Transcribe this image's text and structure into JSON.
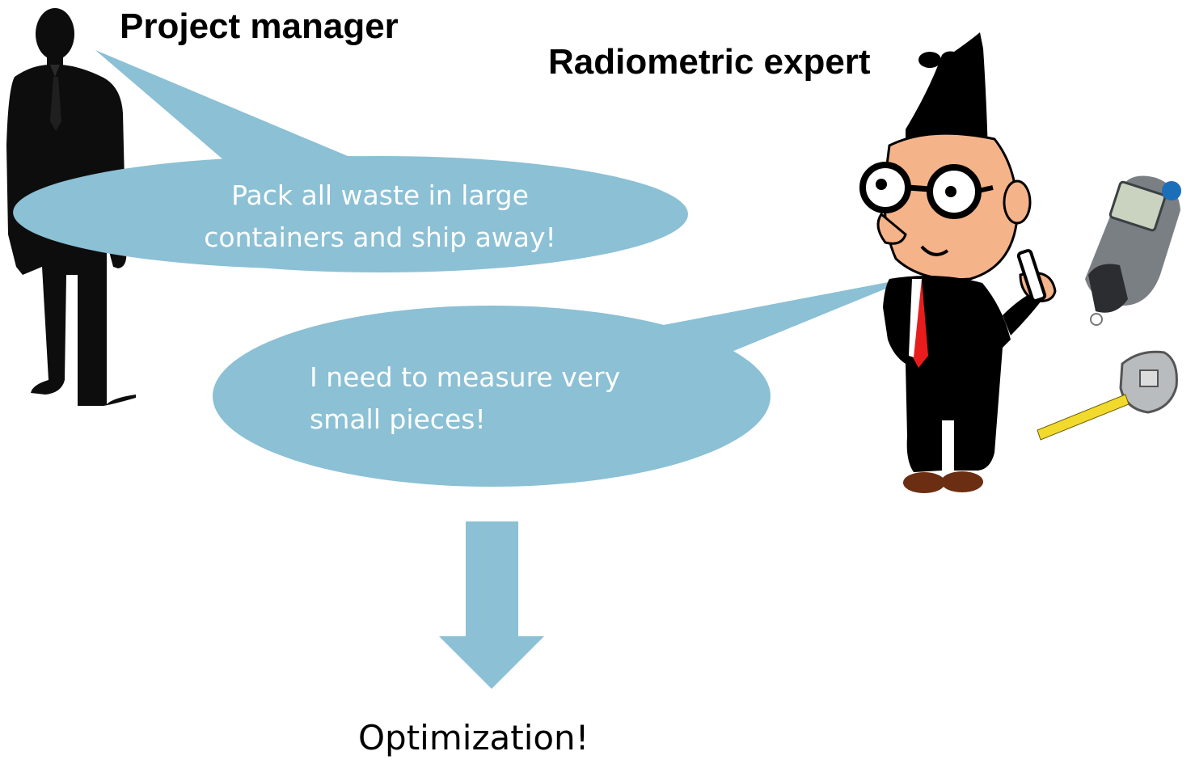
{
  "project_manager": {
    "title": "Project manager",
    "speech": [
      "Pack all waste in large",
      "containers and ship away!"
    ]
  },
  "radiometric_expert": {
    "title": "Radiometric expert",
    "speech": [
      "I need to measure very",
      "small pieces!"
    ]
  },
  "result": {
    "label": "Optimization!"
  },
  "colors": {
    "bubble": "#8bc0d5",
    "arrow": "#8bc0d5",
    "silhouette": "#0d0d0d",
    "skin": "#f5b38a",
    "tie": "#e81c1c",
    "shoes": "#6b2e12"
  }
}
